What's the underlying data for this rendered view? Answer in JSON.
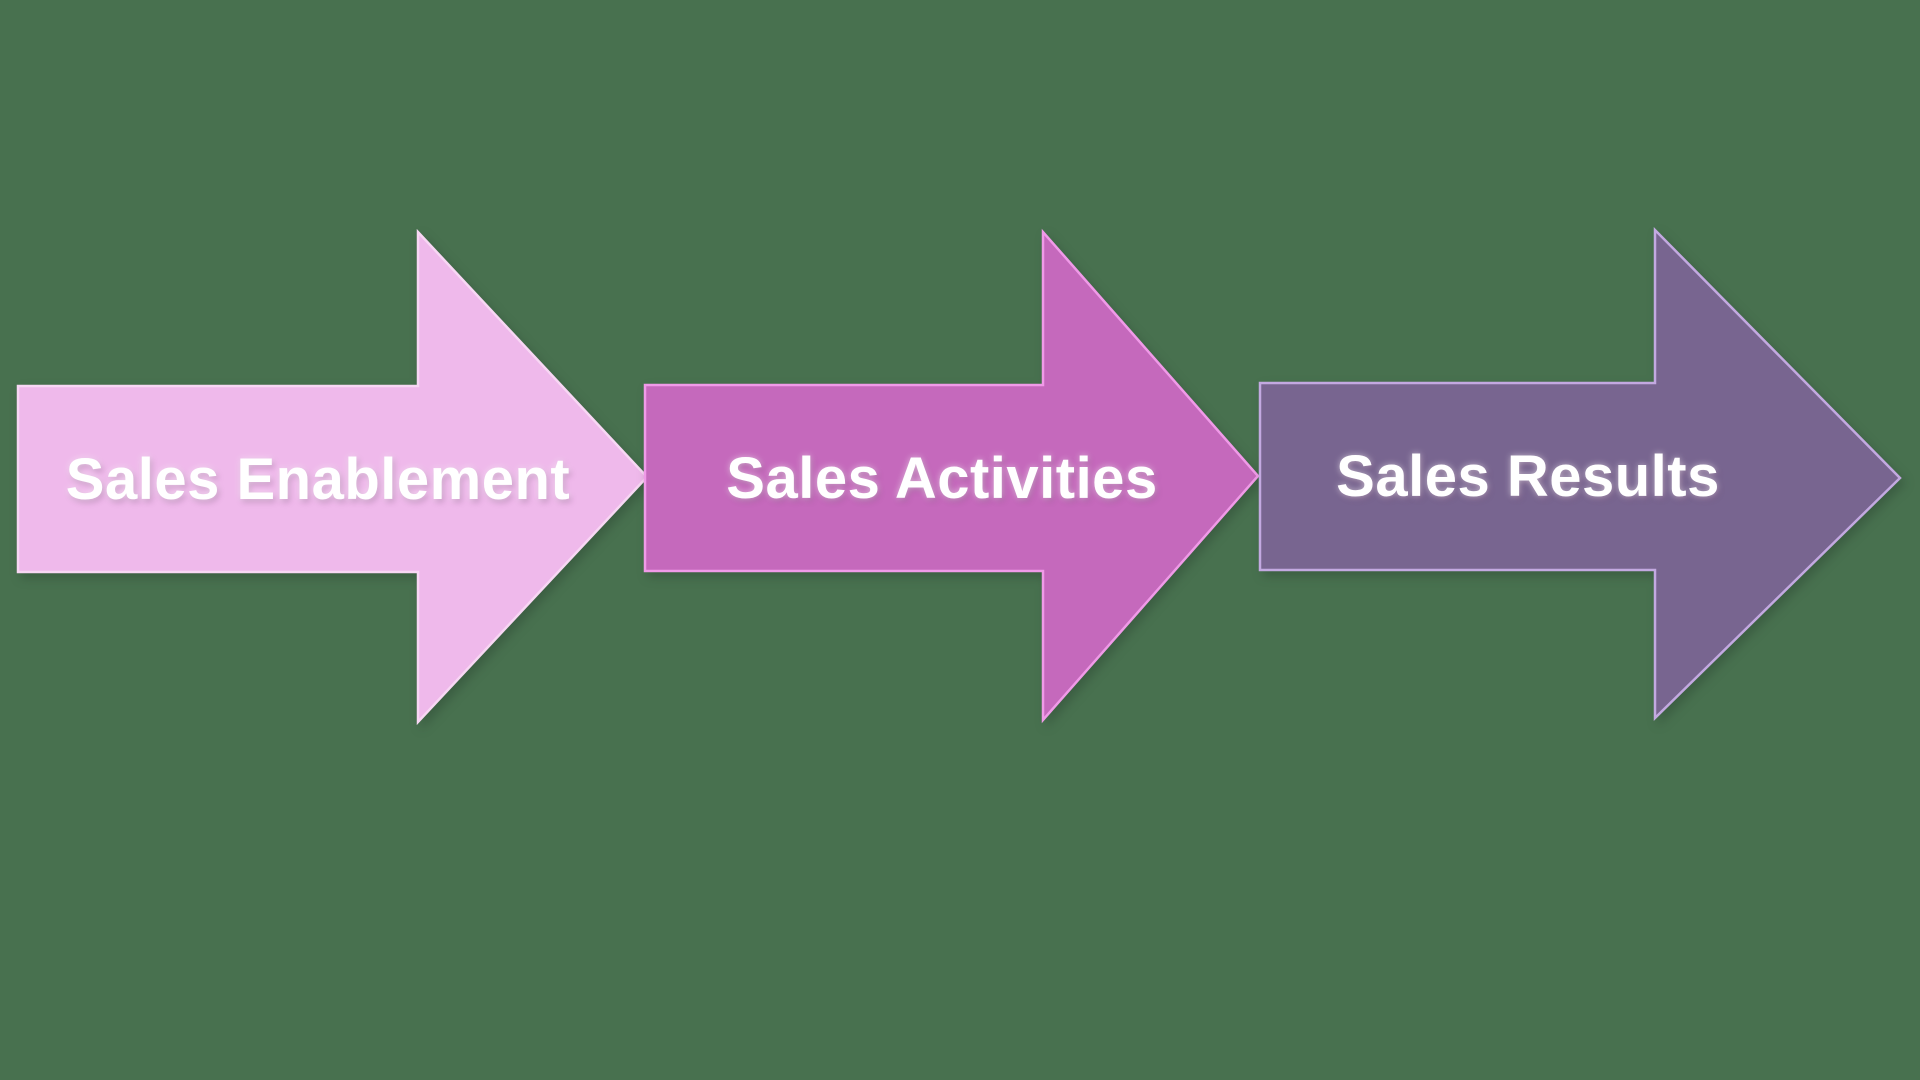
{
  "background_color": "#48714F",
  "diagram": {
    "type": "process-arrow-flow",
    "direction": "left-to-right",
    "steps": [
      {
        "label": "Sales Enablement",
        "fill": "#EFB9EB",
        "border": "#F8D7F4",
        "text_color": "#FFFFFF"
      },
      {
        "label": "Sales Activities",
        "fill": "#C569BC",
        "border": "#F09AE8",
        "text_color": "#FFFFFF"
      },
      {
        "label": "Sales Results",
        "fill": "#786590",
        "border": "#C3A9E1",
        "text_color": "#FFFFFF"
      }
    ]
  }
}
